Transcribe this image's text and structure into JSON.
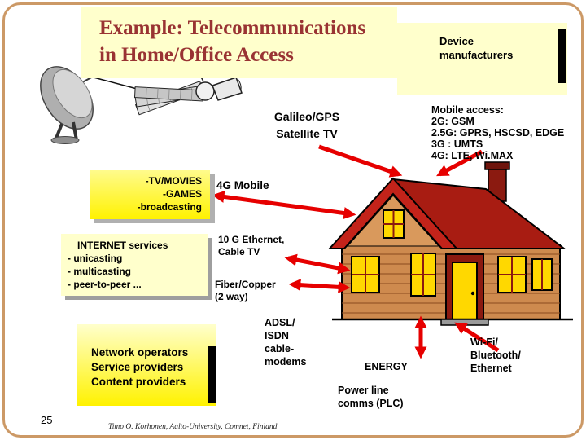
{
  "slide": {
    "page_number": "25",
    "footer": "Timo O. Korhonen, Aalto-University, Comnet, Finland",
    "title_line1": "Example: Telecommunications",
    "title_line2": "in Home/Office Access"
  },
  "boxes": {
    "device_manufacturers": {
      "lines": [
        "Device",
        "manufacturers"
      ]
    },
    "tv_movies": {
      "lines": [
        "-TV/MOVIES",
        "-GAMES",
        "-broadcasting"
      ]
    },
    "internet_services": {
      "lines": [
        "INTERNET services",
        "- unicasting",
        "- multicasting",
        "- peer-to-peer ..."
      ]
    },
    "network_operators": {
      "lines": [
        "Network operators",
        "Service providers",
        "Content providers"
      ]
    }
  },
  "labels": {
    "galileo": {
      "lines": [
        "Galileo/GPS",
        "Satellite TV"
      ]
    },
    "mobile_access": {
      "lines": [
        "Mobile access:",
        "2G: GSM",
        "2.5G: GPRS, HSCSD, EDGE",
        "3G : UMTS",
        "4G: LTE, Wi.MAX"
      ]
    },
    "mobile_4g": "4G Mobile",
    "ethernet_10g": {
      "lines": [
        "10 G Ethernet,",
        "Cable TV"
      ]
    },
    "fiber_copper": {
      "lines": [
        "Fiber/Copper",
        "(2 way)"
      ]
    },
    "adsl": {
      "lines": [
        "ADSL/",
        "ISDN",
        "cable-",
        "modems"
      ]
    },
    "energy": "ENERGY",
    "power_line": {
      "lines": [
        "Power line",
        "comms (PLC)"
      ]
    },
    "wifi": {
      "lines": [
        "Wi-Fi/",
        "Bluetooth/",
        "Ethernet"
      ]
    }
  },
  "colors": {
    "title_text": "#993333",
    "pale_yellow": "#FFFFCC",
    "bright_yellow": "#FFF200",
    "arrow_red": "#E60000",
    "slide_border": "#CC9966",
    "house_roof": "#C3231A",
    "house_wall": "#CE8A4E",
    "window_yellow": "#FFD800"
  }
}
